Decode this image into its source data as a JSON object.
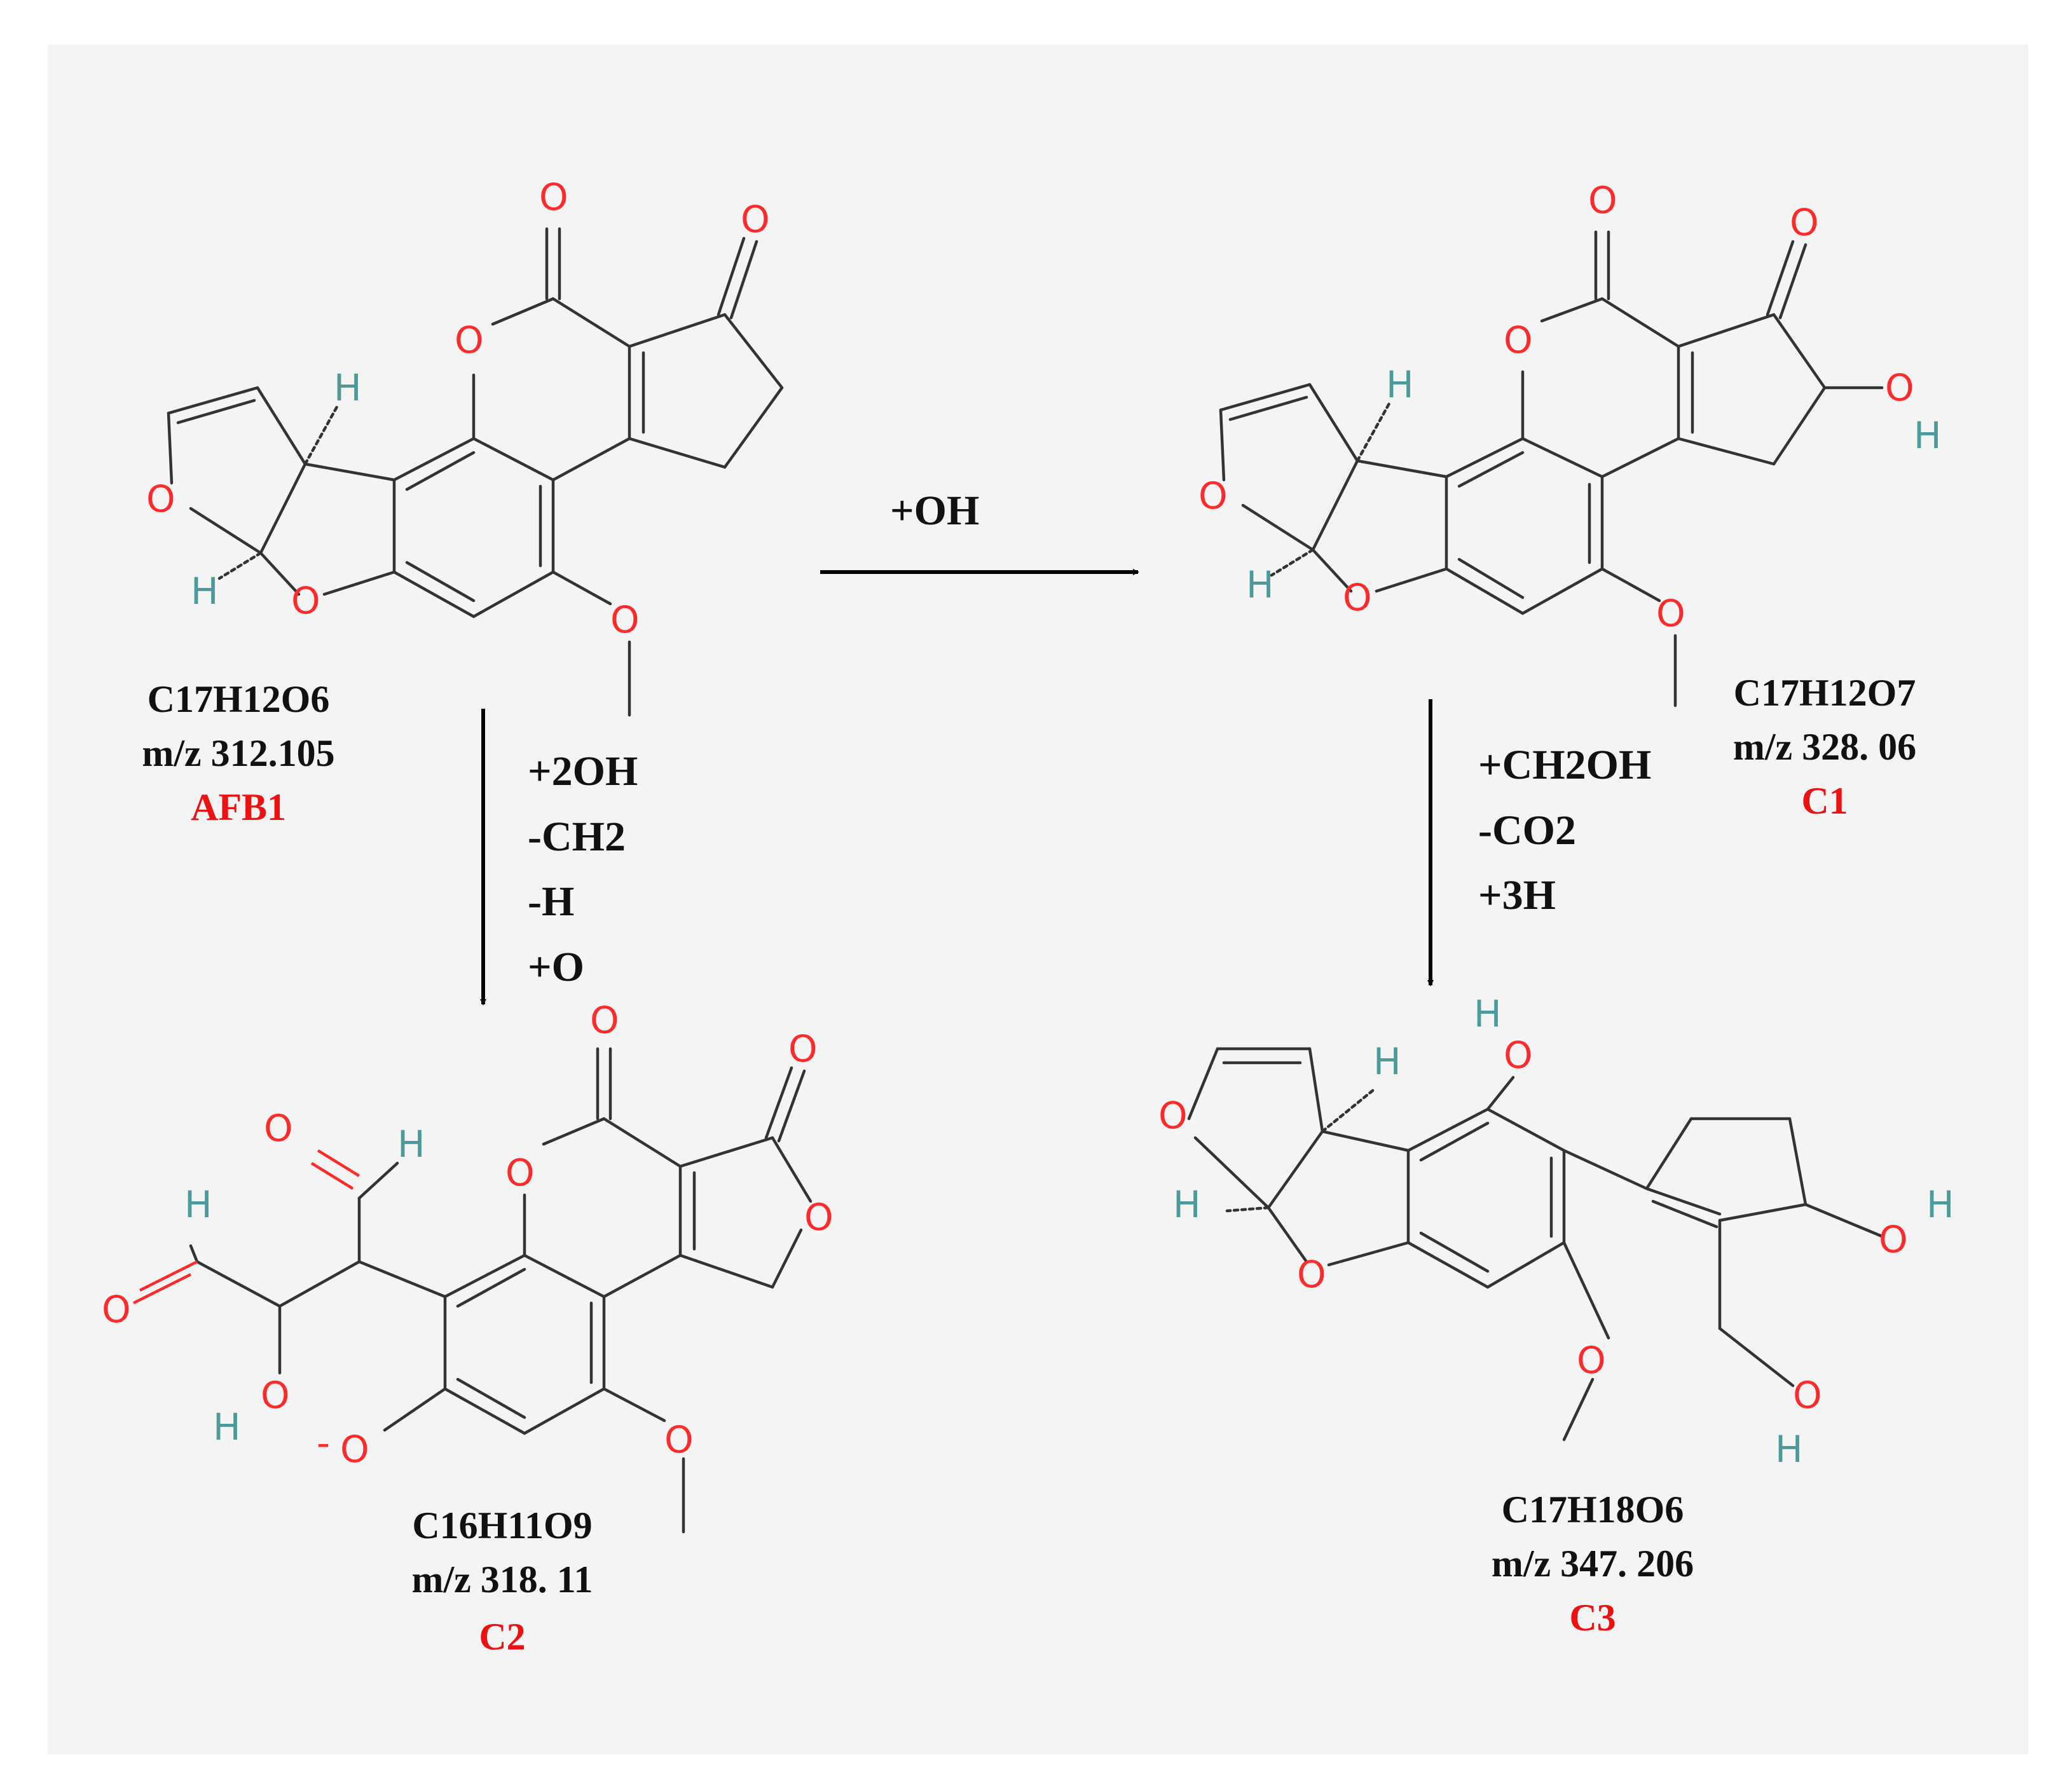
{
  "compounds": {
    "afb1": {
      "formula": "C17H12O6",
      "mz": "m/z 312.105",
      "name": "AFB1"
    },
    "c1": {
      "formula": "C17H12O7",
      "mz": "m/z 328. 06",
      "name": "C1"
    },
    "c2": {
      "formula": "C16H11O9",
      "mz": "m/z 318. 11",
      "name": "C2"
    },
    "c3": {
      "formula": "C17H18O6",
      "mz": "m/z 347. 206",
      "name": "C3"
    }
  },
  "reactions": {
    "afb1_to_c1": [
      "+OH"
    ],
    "afb1_to_c2": [
      "+2OH",
      "-CH2",
      "-H",
      "+O"
    ],
    "c1_to_c3": [
      "+CH2OH",
      "-CO2",
      "+3H"
    ]
  },
  "atom_labels": {
    "oxygen": "O",
    "hydrogen": "H",
    "minus": "-"
  },
  "colors": {
    "background_panel": "#f4f4f4",
    "bond": "#333333",
    "oxygen": "#ff2a2a",
    "hydrogen": "#4c9a9a",
    "compound_name": "#ee1111",
    "text": "#111111"
  }
}
